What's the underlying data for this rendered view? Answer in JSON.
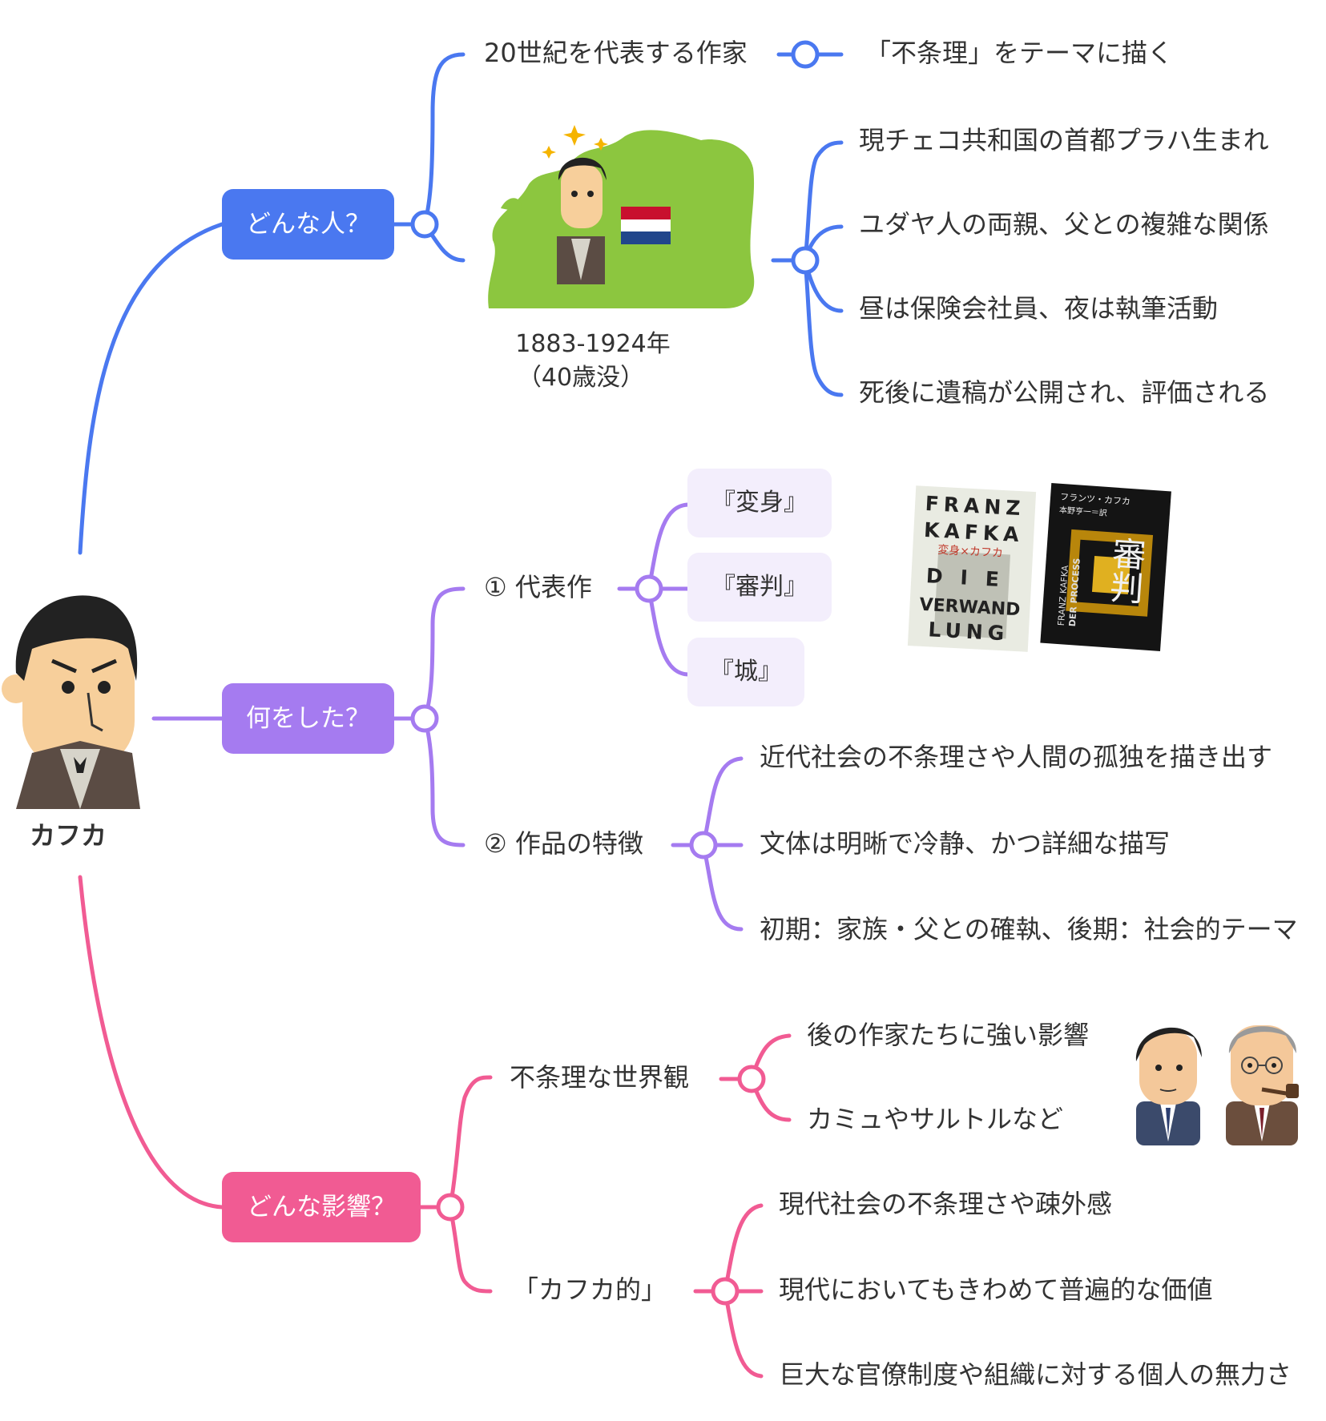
{
  "center": {
    "label": "カフカ"
  },
  "colors": {
    "blue": "#4a78f0",
    "purple": "#a57bf0",
    "pink": "#f15b93"
  },
  "branches": {
    "who": {
      "label": "どんな人？",
      "top": {
        "label": "20世紀を代表する作家",
        "child": "「不条理」をテーマに描く"
      },
      "image_caption": {
        "years": "1883-1924年",
        "age": "（40歳没）"
      },
      "facts": [
        "現チェコ共和国の首都プラハ生まれ",
        "ユダヤ人の両親、父との複雑な関係",
        "昼は保険会社員、夜は執筆活動",
        "死後に遺稿が公開され、評価される"
      ]
    },
    "did": {
      "label": "何をした？",
      "works": {
        "label": "① 代表作",
        "items": [
          "『変身』",
          "『審判』",
          "『城』"
        ],
        "book1": {
          "line1": "FRANZ",
          "line2": "KAFKA",
          "sub": "変身×カフカ",
          "line3": "DIE",
          "line4": "VERWAND",
          "line5": "LUNG"
        },
        "book2": {
          "top1": "フランツ・カフカ",
          "top2": "本野亨一＝訳",
          "title": "審判",
          "side1": "FRANZ KAFKA",
          "side2": "DER PROCESS"
        }
      },
      "features": {
        "label": "② 作品の特徴",
        "items": [
          "近代社会の不条理さや人間の孤独を描き出す",
          "文体は明晰で冷静、かつ詳細な描写",
          "初期：家族・父との確執、後期：社会的テーマ"
        ]
      }
    },
    "influence": {
      "label": "どんな影響？",
      "absurd": {
        "label": "不条理な世界観",
        "items": [
          "後の作家たちに強い影響",
          "カミュやサルトルなど"
        ]
      },
      "kafkaesque": {
        "label": "「カフカ的」",
        "items": [
          "現代社会の不条理さや疎外感",
          "現代においてもきわめて普遍的な価値",
          "巨大な官僚制度や組織に対する個人の無力さ"
        ]
      }
    }
  }
}
